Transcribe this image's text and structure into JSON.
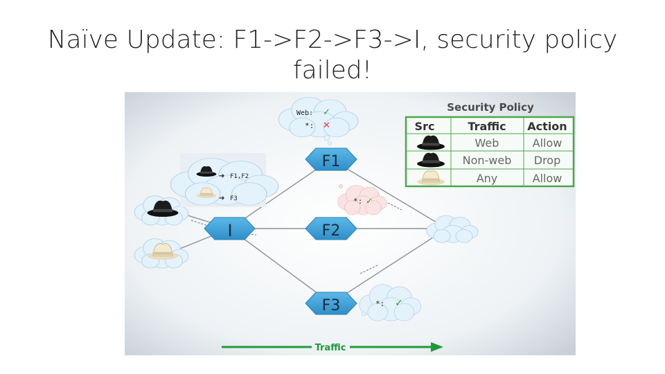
{
  "slide": {
    "title_line1": "Naïve Update: F1->F2->F3->I, security policy",
    "title_line2": "failed!"
  },
  "diagram": {
    "nodes": {
      "ingress": "I",
      "f1": "F1",
      "f2": "F2",
      "f3": "F3"
    },
    "bubbles": {
      "f1_rules": {
        "web_label": "Web:",
        "web_mark": "✓",
        "other_label": "*:",
        "other_mark": "✕"
      },
      "i_rules": {
        "rule1_arrow": "➔",
        "rule1_target": "F1,F2",
        "rule2_arrow": "➔",
        "rule2_target": "F3"
      },
      "f2_rule": {
        "label": "*:",
        "mark": "✓"
      },
      "f3_rule": {
        "label": "*:",
        "mark": "✓"
      }
    },
    "traffic_label": "Traffic",
    "colors": {
      "switch": "#3a9fd6",
      "cloud": "#e4f2fb",
      "cloud_edge": "#b6d4e8",
      "pink_cloud": "#fbe3e3",
      "policy_green": "#4aa84a",
      "arrow_green": "#1f9a3a",
      "check": "#2a9a2a",
      "cross": "#e0393e"
    }
  },
  "security_policy": {
    "title": "Security Policy",
    "headers": [
      "Src",
      "Traffic",
      "Action"
    ],
    "rows": [
      {
        "src_icon": "black-hat-icon",
        "traffic": "Web",
        "action": "Allow"
      },
      {
        "src_icon": "black-hat-icon",
        "traffic": "Non-web",
        "action": "Drop"
      },
      {
        "src_icon": "white-hat-icon",
        "traffic": "Any",
        "action": "Allow"
      }
    ]
  }
}
